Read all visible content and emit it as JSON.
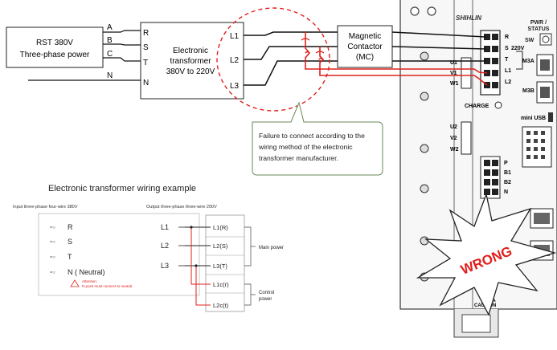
{
  "source_box": {
    "line1": "RST 380V",
    "line2": "Three-phase power"
  },
  "phase_labels": [
    "A",
    "B",
    "C",
    "N"
  ],
  "transformer": {
    "inputs": [
      "R",
      "S",
      "T",
      "N"
    ],
    "line1": "Electronic",
    "line2": "transformer",
    "line3": "380V to 220V",
    "outputs": [
      "L1",
      "L2",
      "L3"
    ]
  },
  "contactor": {
    "line1": "Magnetic",
    "line2": "Contactor",
    "line3": "(MC)"
  },
  "callout": {
    "line1": "Failure to connect according to the",
    "line2": "wiring method of the electronic",
    "line3": "transformer manufacturer."
  },
  "drive": {
    "brand": "SHIHLIN",
    "pwr_label": "PWR /",
    "status_label": "STATUS",
    "sw_label": "SW",
    "voltage_label": "220V",
    "terminals_top": [
      "R",
      "S",
      "T",
      "L1",
      "L2"
    ],
    "uvw": [
      "U1",
      "V1",
      "W1"
    ],
    "uvw2": [
      "U2",
      "V2",
      "W2"
    ],
    "m3a": "M3A",
    "m3b": "M3B",
    "charge": "CHARGE",
    "mini_usb": "mini USB",
    "p_terms": [
      "P",
      "B1",
      "B2",
      "N"
    ],
    "caution": "CAUTION"
  },
  "wrong_label": "WRONG",
  "example": {
    "title": "Electronic transformer wiring example",
    "input_caption": "Input three-phase four-wire 380V",
    "output_caption": "Output three-phase three-wire 200V",
    "inputs": [
      "R",
      "S",
      "T",
      "N ( Neutral)"
    ],
    "attention_line1": "Attention:",
    "attention_line2": "N point must connect to neutral",
    "mid_labels": [
      "L1",
      "L2",
      "L3"
    ],
    "out_terms": [
      "L1(R)",
      "L2(S)",
      "L3(T)",
      "L1c(r)",
      "L2c(t)"
    ],
    "main_power": "Main power",
    "control_line1": "Control",
    "control_line2": "power"
  },
  "colors": {
    "red_wire": "#e0201c",
    "dashed_circle": "#e0201c",
    "wrong_text": "#e0201c"
  }
}
